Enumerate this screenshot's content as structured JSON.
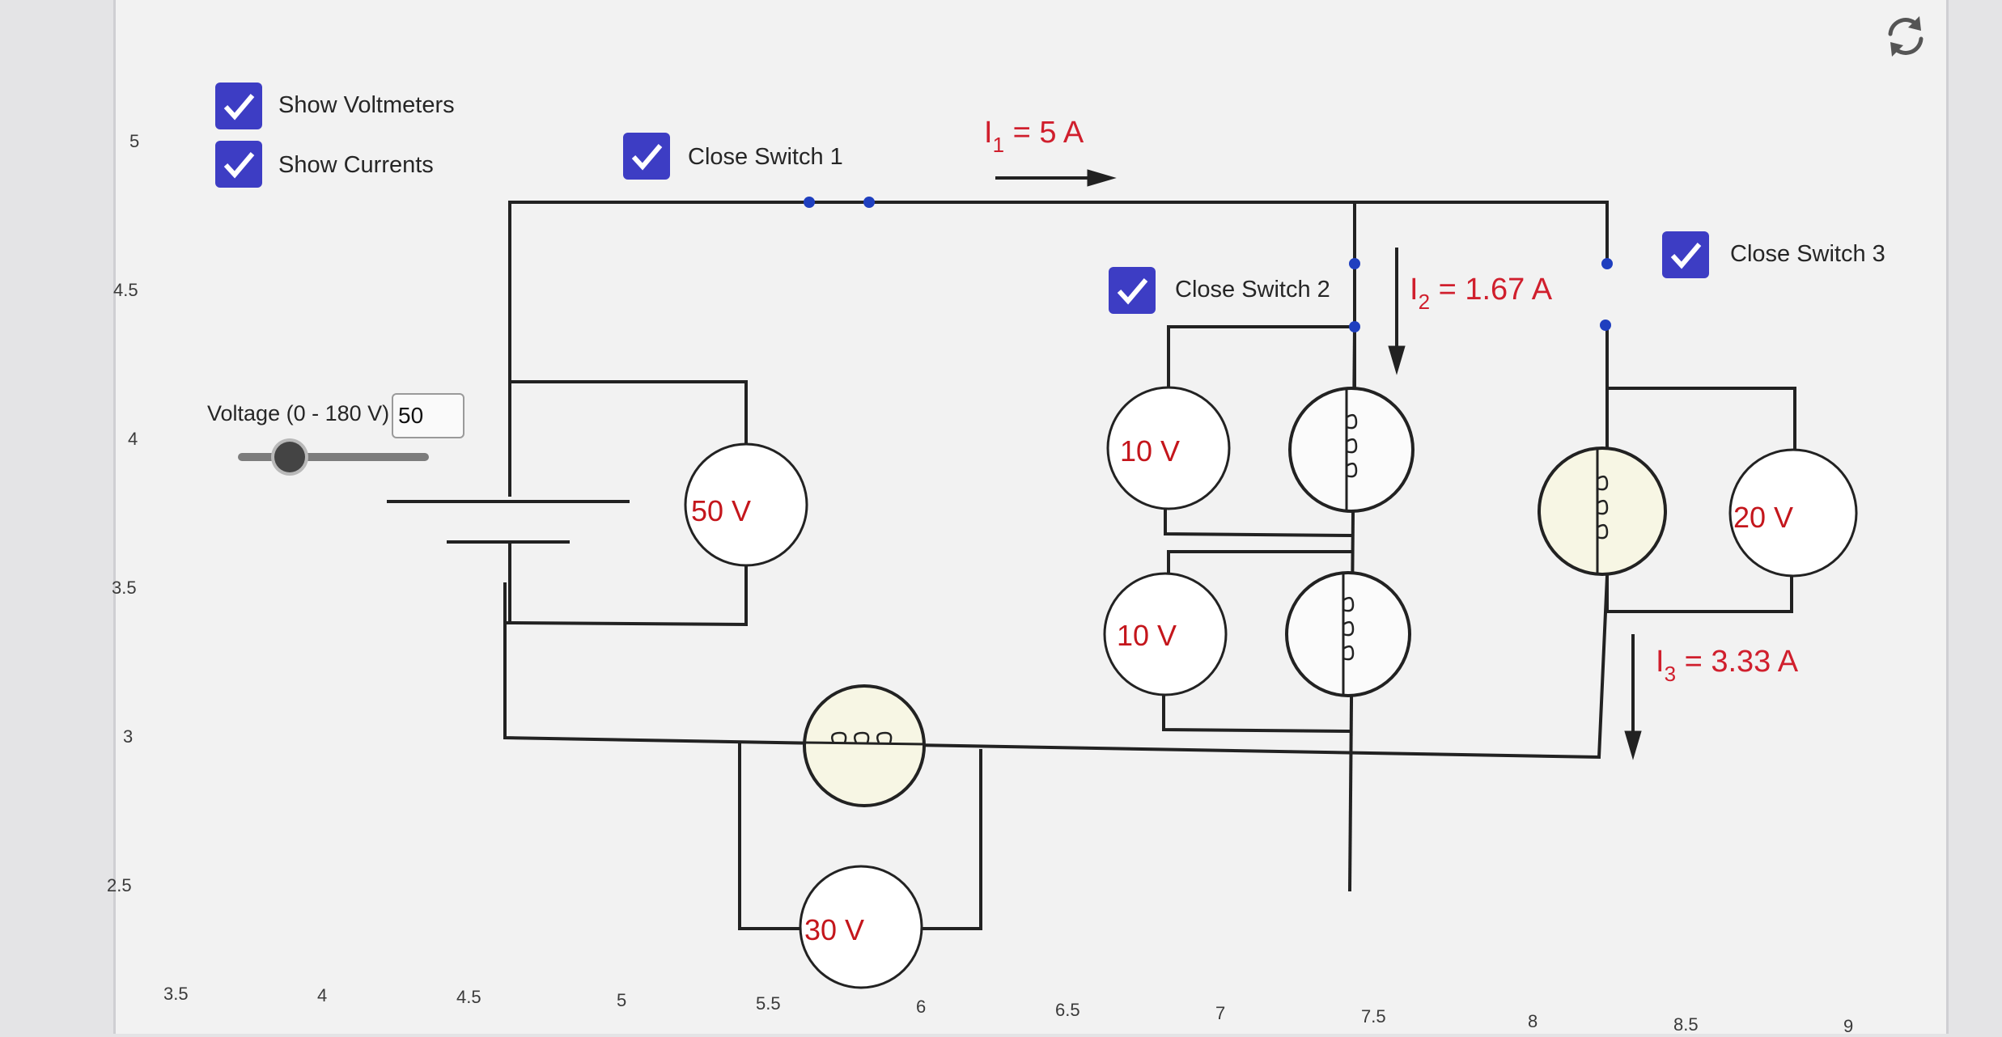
{
  "controls": {
    "show_voltmeters": {
      "label": "Show Voltmeters",
      "checked": true
    },
    "show_currents": {
      "label": "Show Currents",
      "checked": true
    },
    "switch1": {
      "label": "Close Switch 1",
      "checked": true
    },
    "switch2": {
      "label": "Close Switch 2",
      "checked": true
    },
    "switch3": {
      "label": "Close Switch 3",
      "checked": true
    },
    "voltage": {
      "label": "Voltage (0 - 180 V)",
      "value": "50",
      "min": 0,
      "max": 180
    }
  },
  "currents": {
    "i1": {
      "sym": "I",
      "sub": "1",
      "value": " = 5 A"
    },
    "i2": {
      "sym": "I",
      "sub": "2",
      "value": " = 1.67 A"
    },
    "i3": {
      "sym": "I",
      "sub": "3",
      "value": " = 3.33 A"
    }
  },
  "voltmeters": {
    "source": "50 V",
    "branch2_top": "10 V",
    "branch2_bottom": "10 V",
    "branch3": "20 V",
    "bottom": "30 V"
  },
  "axis": {
    "y_ticks": [
      "5",
      "4.5",
      "4",
      "3.5",
      "3",
      "2.5"
    ],
    "x_ticks": [
      "3.5",
      "4",
      "4.5",
      "5",
      "5.5",
      "6",
      "6.5",
      "7",
      "7.5",
      "8",
      "8.5",
      "9"
    ]
  },
  "colors": {
    "accent": "#3d3dc4",
    "current_text": "#d01f2d",
    "voltmeter_text": "#c4161c",
    "wire": "#222222",
    "bulb_fill": "#f7f6e4",
    "node": "#1f3fbf"
  },
  "icons": {
    "reset": "reset-icon",
    "check": "check-icon"
  }
}
